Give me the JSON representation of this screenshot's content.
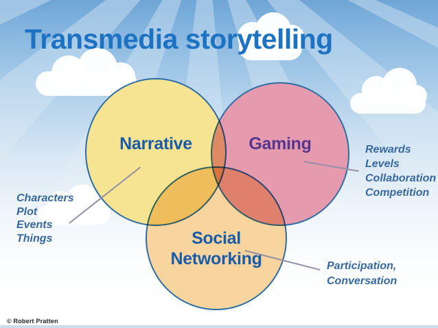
{
  "title": "Transmedia storytelling",
  "copyright": "© Robert Pratten",
  "colors": {
    "title_blue": "#1E72C2",
    "sky_top": "#6FA6D6",
    "narrative_fill": "#F6E492",
    "gaming_fill": "#E69AAE",
    "social_fill": "#F8D49E",
    "circle_outline": "#2E6DA4",
    "overlap_narrative_gaming": "#E58E68",
    "overlap_triple": "#DF7C58",
    "label_blue": "#1A5CA8",
    "gaming_label_purple": "#58368E",
    "annotation_blue": "#37689F"
  },
  "venn": {
    "circles": [
      {
        "label": "Narrative",
        "fill": "#F6E492"
      },
      {
        "label": "Gaming",
        "fill": "#E69AAE"
      },
      {
        "label": "Social Networking",
        "fill": "#F8D49E",
        "label_lines": [
          "Social",
          "Networking"
        ]
      }
    ]
  },
  "annotations": [
    {
      "target": "Narrative",
      "lines": [
        "Characters",
        "Plot",
        "Events",
        "Things"
      ]
    },
    {
      "target": "Gaming",
      "lines": [
        "Rewards",
        "Levels",
        "Collaboration",
        "Competition"
      ]
    },
    {
      "target": "Social Networking",
      "lines": [
        "Participation,",
        "Conversation"
      ]
    }
  ]
}
